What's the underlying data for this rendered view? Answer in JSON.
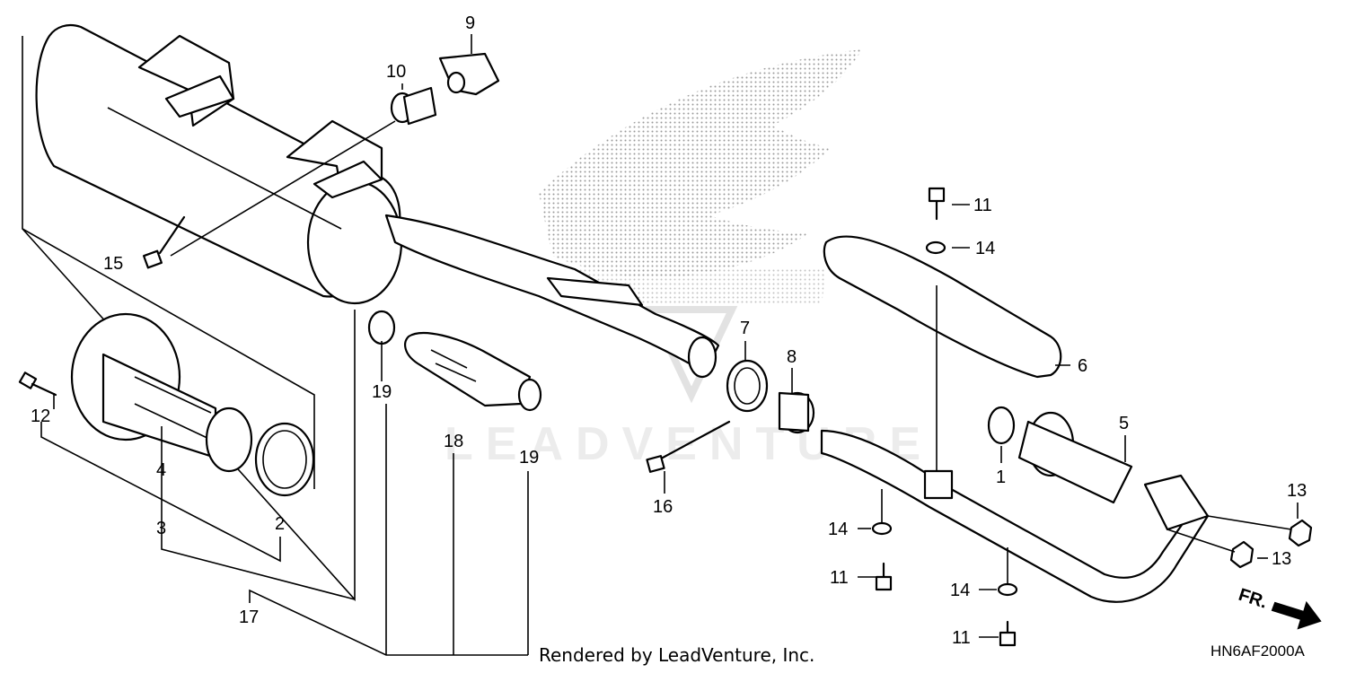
{
  "diagram": {
    "credit": "Rendered by LeadVenture, Inc.",
    "code": "HN6AF2000A",
    "watermark": "LEADVENTURE",
    "direction_label": "FR.",
    "callouts": {
      "c1": "1",
      "c2": "2",
      "c3": "3",
      "c4": "4",
      "c5": "5",
      "c6": "6",
      "c7": "7",
      "c8": "8",
      "c9": "9",
      "c10": "10",
      "c11a": "11",
      "c11b": "11",
      "c11c": "11",
      "c12": "12",
      "c13a": "13",
      "c13b": "13",
      "c14a": "14",
      "c14b": "14",
      "c14c": "14",
      "c15": "15",
      "c16": "16",
      "c17": "17",
      "c18": "18",
      "c19a": "19",
      "c19b": "19"
    }
  }
}
